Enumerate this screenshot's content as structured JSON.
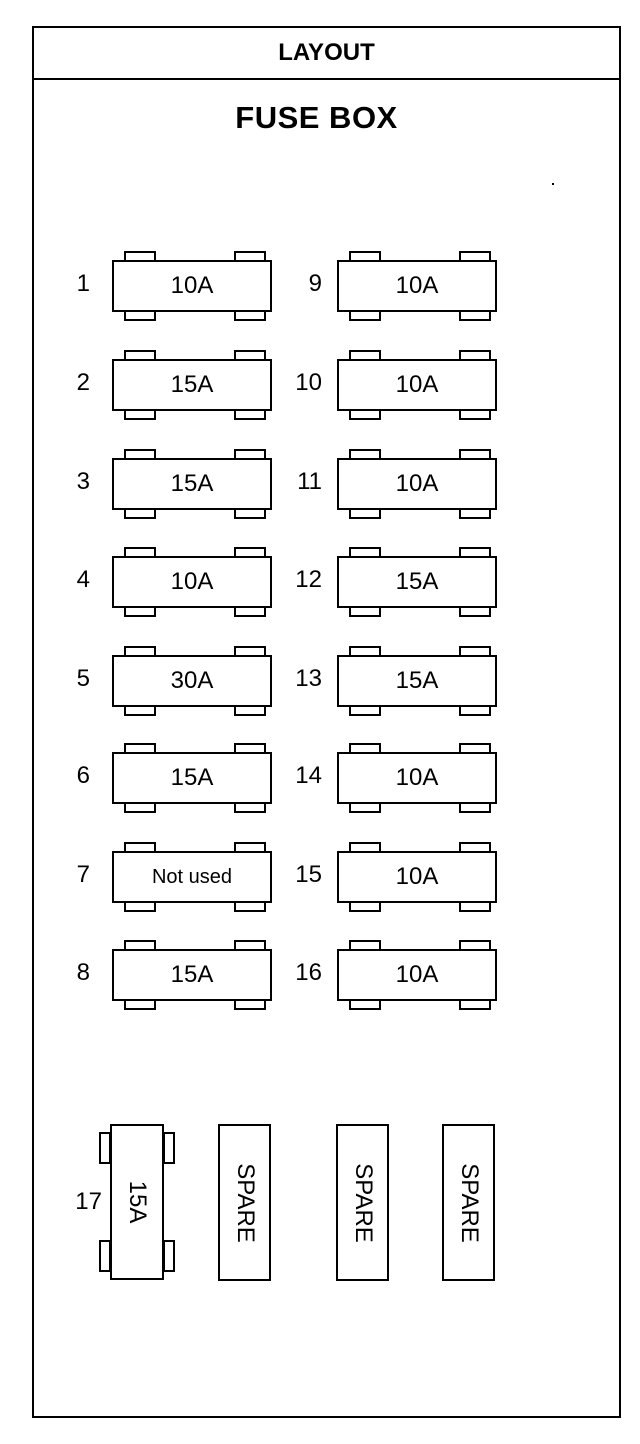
{
  "header": {
    "label": "LAYOUT"
  },
  "title": "FUSE BOX",
  "fuses_left": [
    {
      "number": "1",
      "rating": "10A"
    },
    {
      "number": "2",
      "rating": "15A"
    },
    {
      "number": "3",
      "rating": "15A"
    },
    {
      "number": "4",
      "rating": "10A"
    },
    {
      "number": "5",
      "rating": "30A"
    },
    {
      "number": "6",
      "rating": "15A"
    },
    {
      "number": "7",
      "rating": "Not used"
    },
    {
      "number": "8",
      "rating": "15A"
    }
  ],
  "fuses_right": [
    {
      "number": "9",
      "rating": "10A"
    },
    {
      "number": "10",
      "rating": "10A"
    },
    {
      "number": "11",
      "rating": "10A"
    },
    {
      "number": "12",
      "rating": "15A"
    },
    {
      "number": "13",
      "rating": "15A"
    },
    {
      "number": "14",
      "rating": "10A"
    },
    {
      "number": "15",
      "rating": "10A"
    },
    {
      "number": "16",
      "rating": "10A"
    }
  ],
  "large_fuse": {
    "number": "17",
    "rating": "15A"
  },
  "spares": [
    {
      "label": "SPARE"
    },
    {
      "label": "SPARE"
    },
    {
      "label": "SPARE"
    }
  ]
}
